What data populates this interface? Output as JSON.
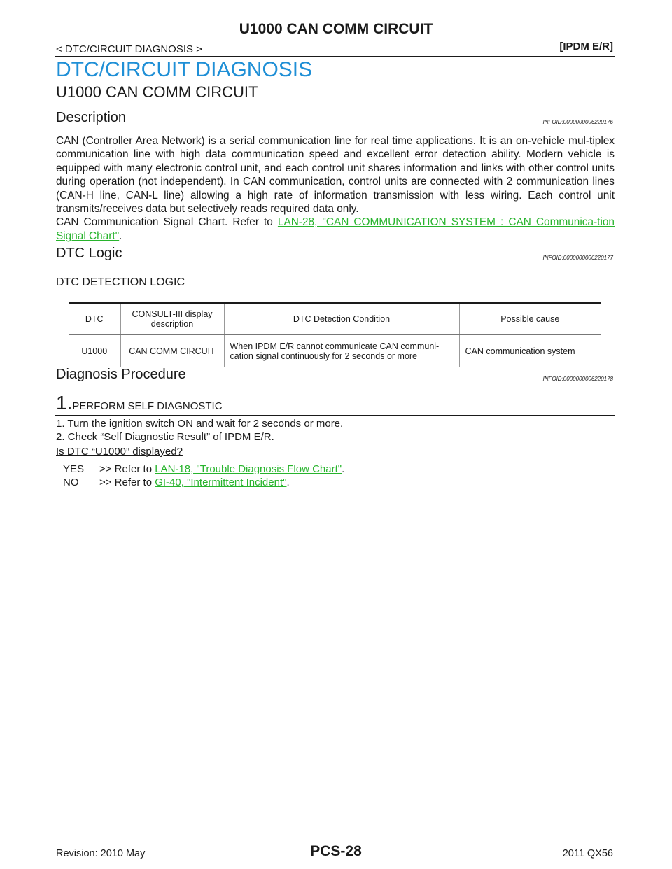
{
  "header": {
    "title": "U1000 CAN COMM CIRCUIT",
    "breadcrumb": "< DTC/CIRCUIT DIAGNOSIS >",
    "section": "[IPDM E/R]"
  },
  "h1": "DTC/CIRCUIT DIAGNOSIS",
  "h2": "U1000 CAN COMM CIRCUIT",
  "description": {
    "heading": "Description",
    "infoid": "INFOID:0000000006220176",
    "text": "CAN (Controller Area Network) is a serial communication line for real time applications. It is an on-vehicle mul-tiplex communication line with high data communication speed and excellent error detection ability. Modern vehicle is equipped with many electronic control unit, and each control unit shares information and links with other control units during operation (not independent). In CAN communication, control units are connected with 2 communication lines (CAN-H line, CAN-L line) allowing a high rate of information transmission with less wiring. Each control unit transmits/receives data but selectively reads required data only.",
    "refer_prefix": "CAN Communication Signal Chart. Refer to ",
    "refer_link": "LAN-28, \"CAN COMMUNICATION SYSTEM : CAN Communica-tion Signal Chart\"",
    "refer_suffix": "."
  },
  "dtc_logic": {
    "heading": "DTC Logic",
    "infoid": "INFOID:0000000006220177",
    "subheading": "DTC DETECTION LOGIC",
    "columns": [
      "DTC",
      "CONSULT-III display description",
      "DTC Detection Condition",
      "Possible cause"
    ],
    "rows": [
      [
        "U1000",
        "CAN COMM CIRCUIT",
        "When IPDM E/R cannot communicate CAN communi-cation signal continuously for 2 seconds or more",
        "CAN communication system"
      ]
    ]
  },
  "procedure": {
    "heading": "Diagnosis Procedure",
    "infoid": "INFOID:0000000006220178",
    "step_number": "1.",
    "step_title": "PERFORM SELF DIAGNOSTIC",
    "items": [
      "1. Turn the ignition switch ON and wait for 2 seconds or more.",
      "2. Check “Self Diagnostic Result” of IPDM E/R."
    ],
    "question": "Is DTC “U1000” displayed?",
    "answers": [
      {
        "key": "YES",
        "prefix": ">> Refer to ",
        "link": "LAN-18, \"Trouble Diagnosis Flow Chart\"",
        "suffix": "."
      },
      {
        "key": "NO",
        "prefix": ">> Refer to ",
        "link": "GI-40, \"Intermittent Incident\"",
        "suffix": "."
      }
    ]
  },
  "footer": {
    "revision": "Revision: 2010 May",
    "page": "PCS-28",
    "model": "2011 QX56"
  },
  "colors": {
    "heading_blue": "#1f8fd6",
    "link_green": "#28b42d"
  }
}
